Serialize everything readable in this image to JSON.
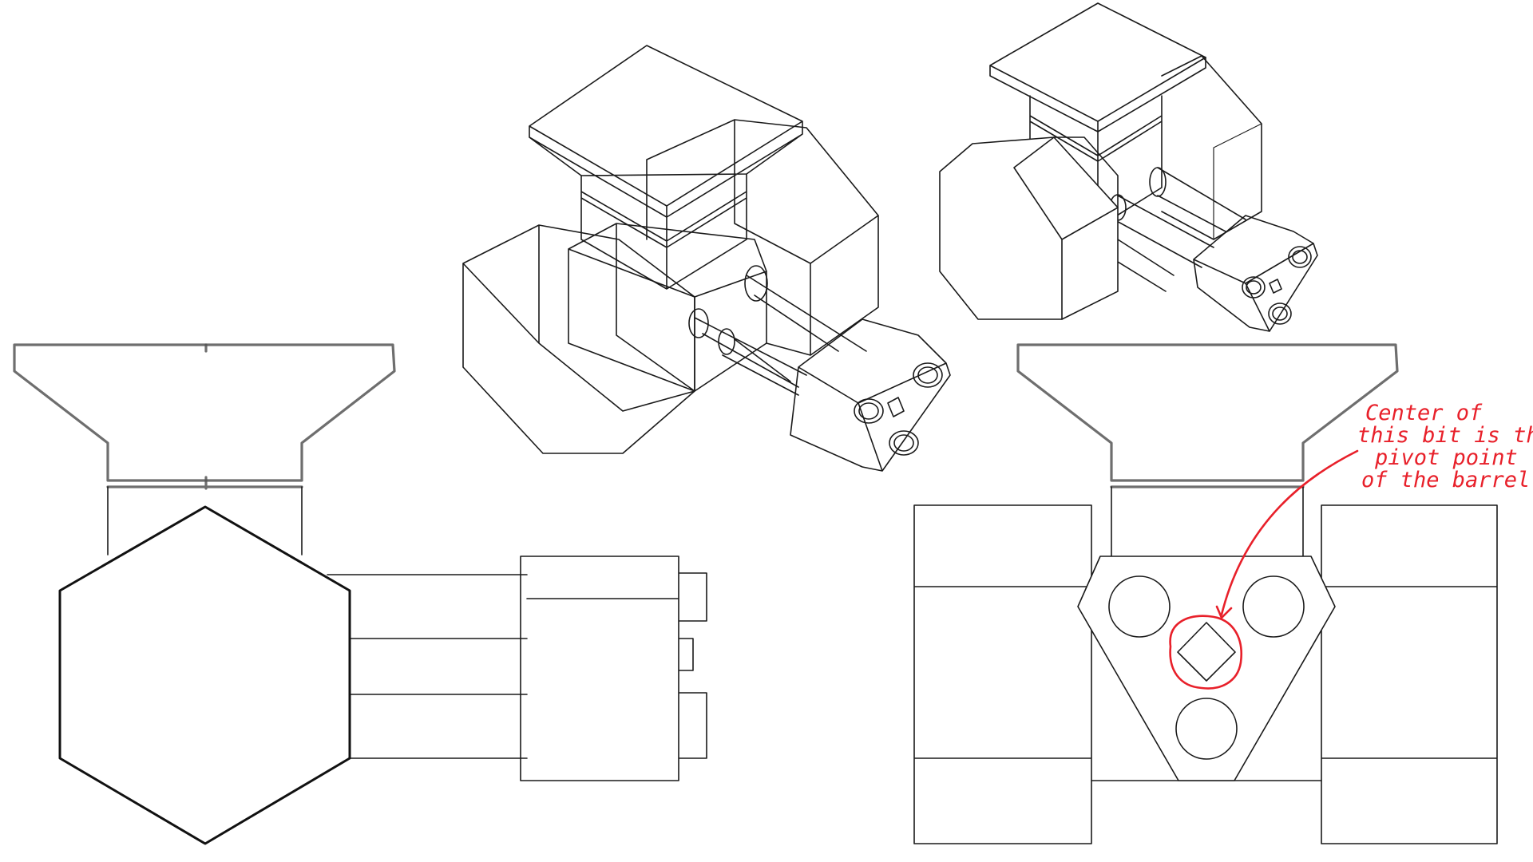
{
  "canvas": {
    "background": "#ffffff"
  },
  "colors": {
    "line": "#1a1a1a",
    "annotation": "#e8202a"
  },
  "annotation": {
    "lines": [
      "Center of",
      "this bit is the",
      "pivot point",
      "of the barrel"
    ]
  }
}
